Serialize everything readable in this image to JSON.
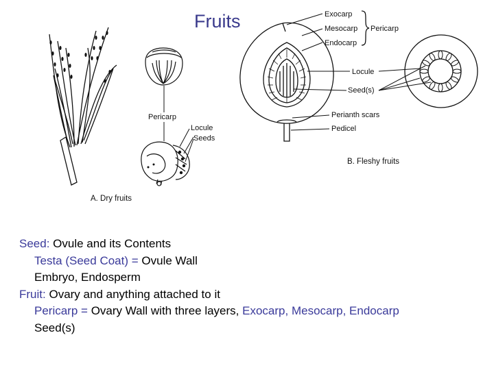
{
  "title": "Fruits",
  "dry": {
    "labels": {
      "pericarp": "Pericarp",
      "locule": "Locule",
      "seeds": "Seeds"
    },
    "caption": "A. Dry fruits"
  },
  "fleshy": {
    "labels": {
      "exocarp": "Exocarp",
      "mesocarp": "Mesocarp",
      "endocarp": "Endocarp",
      "pericarp": "Pericarp",
      "locule": "Locule",
      "seeds": "Seed(s)",
      "perianth_scars": "Perianth scars",
      "pedicel": "Pedicel"
    },
    "caption": "B. Fleshy fruits"
  },
  "notes": {
    "seed": {
      "term": "Seed:",
      "desc": "Ovule and its Contents"
    },
    "testa": {
      "term": "Testa (Seed Coat) =",
      "desc": "Ovule Wall"
    },
    "embryo": "Embryo, Endosperm",
    "fruit": {
      "term": "Fruit:",
      "desc": "Ovary and anything attached to it"
    },
    "pericarp": {
      "term": "Pericarp =",
      "desc": "Ovary Wall with three layers,",
      "layers": "Exocarp, Mesocarp, Endocarp"
    },
    "seeds": "Seed(s)"
  },
  "colors": {
    "term": "#3a3a9a",
    "title": "#3a3a8c",
    "line": "#111111"
  }
}
